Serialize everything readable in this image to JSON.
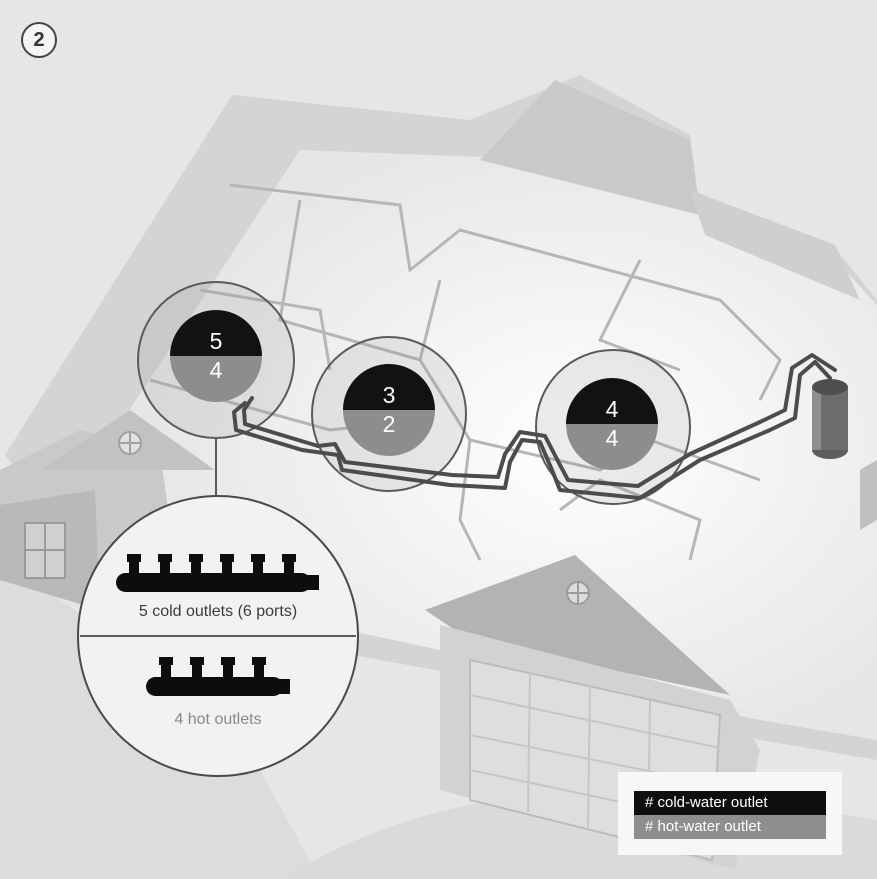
{
  "step_number": "2",
  "counts": [
    {
      "cold": "5",
      "hot": "4"
    },
    {
      "cold": "3",
      "hot": "2"
    },
    {
      "cold": "4",
      "hot": "4"
    }
  ],
  "manifolds": {
    "cold_caption": "5 cold outlets (6 ports)",
    "hot_caption": "4 hot outlets"
  },
  "legend": {
    "cold_label": "# cold-water outlet",
    "hot_label": "# hot-water outlet",
    "cold_color": "#0f0f0f",
    "hot_color": "#8e8e8e"
  }
}
